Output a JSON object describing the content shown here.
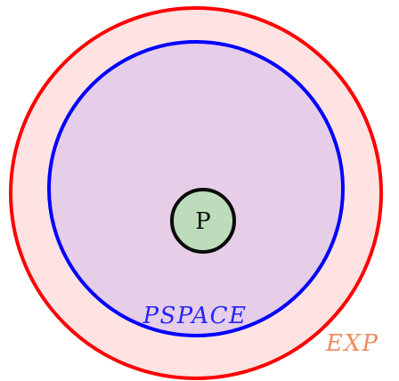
{
  "diagram": {
    "classes": [
      {
        "id": "exp",
        "label": "EXP",
        "stroke": "#ff0000",
        "fill": "#ffe3e3",
        "label_color": "#f08a5d"
      },
      {
        "id": "pspace",
        "label": "PSPACE",
        "stroke": "#0000ff",
        "fill": "#e6cde8",
        "label_color": "#2424ff"
      },
      {
        "id": "p",
        "label": "P",
        "stroke": "#0a0a0a",
        "fill": "#bcdcbc",
        "label_color": "#111111"
      }
    ]
  }
}
